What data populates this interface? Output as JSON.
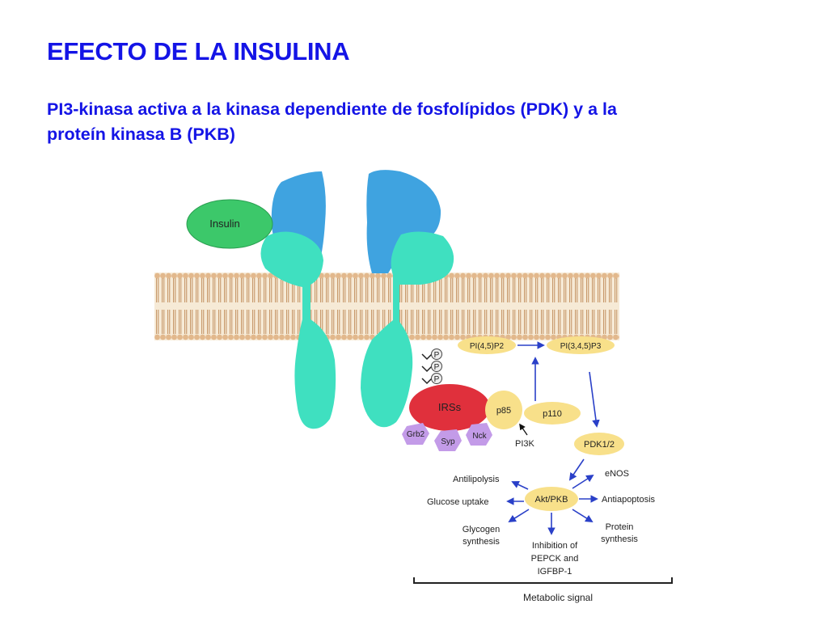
{
  "slide": {
    "title": "EFECTO DE LA INSULINA",
    "subtitle_line1": "PI3-kinasa activa a la kinasa dependiente de fosfolípidos (PDK) y a la",
    "subtitle_line2": "proteín kinasa B (PKB)"
  },
  "diagram": {
    "insulin": "Insulin",
    "phospho": [
      "P",
      "P",
      "P"
    ],
    "irss": "IRSs",
    "p85": "p85",
    "p110": "p110",
    "pi3k": "PI3K",
    "grb2": "Grb2",
    "syp": "Syp",
    "nck": "Nck",
    "pi45p2": "PI(4,5)P2",
    "pi345p3": "PI(3,4,5)P3",
    "pdk": "PDK1/2",
    "akt": "Akt/PKB",
    "enos": "eNOS",
    "antilipolysis": "Antilipolysis",
    "glucose_uptake": "Glucose uptake",
    "antiapoptosis": "Antiapoptosis",
    "glycogen_1": "Glycogen",
    "glycogen_2": "synthesis",
    "protein_1": "Protein",
    "protein_2": "synthesis",
    "inhibition_1": "Inhibition of",
    "inhibition_2": "PEPCK and",
    "inhibition_3": "IGFBP-1",
    "metabolic_signal": "Metabolic signal"
  },
  "colors": {
    "title": "#1414e6",
    "receptor_alpha": "#3fa3e0",
    "receptor_beta": "#3fe0c0",
    "insulin": "#3cc86a",
    "irss": "#e0303c",
    "yellow_nodes": "#f8e08a",
    "purple_nodes": "#c39be8",
    "arrows": "#2a40c8",
    "membrane": "#d9b088"
  }
}
